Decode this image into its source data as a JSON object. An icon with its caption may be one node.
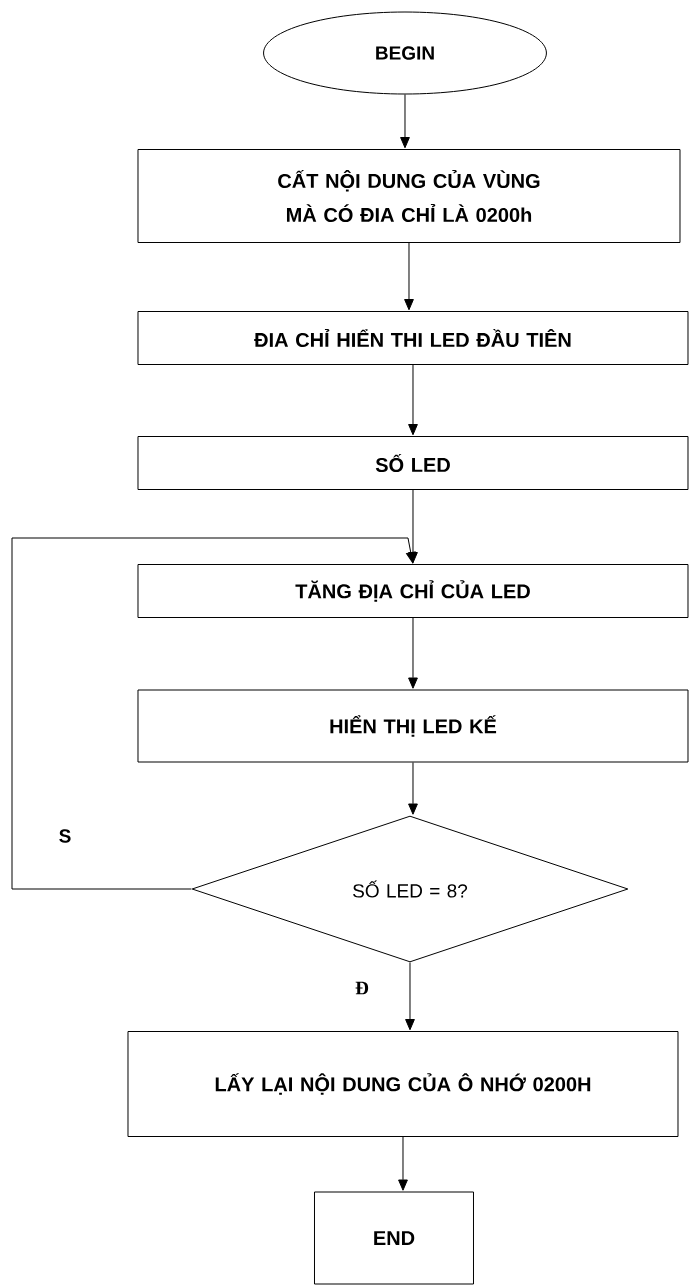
{
  "diagram": {
    "nodes": [
      {
        "text": [
          "BEGIN"
        ]
      },
      {
        "text": [
          "CẤT NỘI DUNG CỦA VÙNG MÀ CÓ ĐIA CHỈ LÀ 0200h"
        ]
      },
      {
        "text": [
          "ĐIA CHỈ HIỂN THI LED ĐẦU TIÊN"
        ]
      },
      {
        "text": [
          "SỐ LED"
        ]
      },
      {
        "text": [
          "TĂNG ĐỊA CHỈ CỦA LED"
        ]
      },
      {
        "text": [
          "HIỂN THỊ LED KẾ"
        ]
      },
      {
        "text": [
          "SỐ LED = 8?"
        ]
      },
      {
        "text": [
          "LẤY LẠI NỘI DUNG CỦA Ô NHỚ 0200H"
        ]
      },
      {
        "text": [
          "END"
        ]
      }
    ],
    "edges": [
      {
        "from": 0,
        "to": 1,
        "arrow": "to"
      },
      {
        "from": 1,
        "to": 2,
        "arrow": "to"
      },
      {
        "from": 2,
        "to": 3,
        "arrow": "to"
      },
      {
        "from": 3,
        "to": 4,
        "arrow": "to"
      },
      {
        "from": 4,
        "to": 5,
        "arrow": "to"
      },
      {
        "from": 5,
        "to": 6,
        "arrow": "to"
      },
      {
        "from": 6,
        "to": 4,
        "arrow": "to",
        "label": "S"
      },
      {
        "from": 6,
        "to": 7,
        "arrow": "to",
        "label": "Đ"
      },
      {
        "from": 7,
        "to": 8,
        "arrow": "to"
      }
    ]
  }
}
